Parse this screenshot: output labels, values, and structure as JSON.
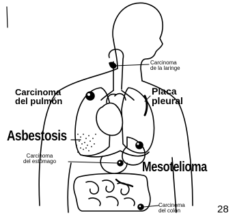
{
  "labels": {
    "laringe": "Carcinoma\nde la laringe",
    "pulmon": "Carcinoma\ndel pulmón",
    "placa": "Placa\npleural",
    "asbestosis": "Asbestosis",
    "estomago": "Carcinoma\ndel estómago",
    "mesotelioma": "Mesotelioma",
    "colon": "Carcinoma\ndel colon"
  },
  "page_number": "28",
  "colors": {
    "ink": "#000000",
    "background": "#ffffff"
  }
}
